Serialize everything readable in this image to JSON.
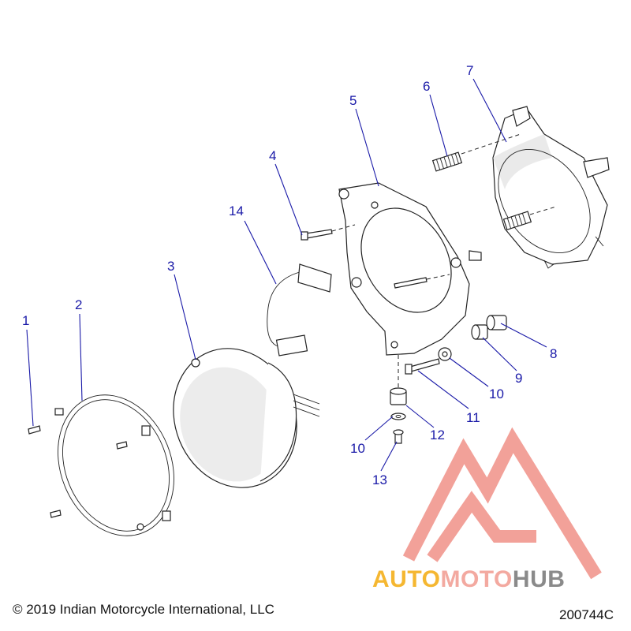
{
  "callouts": [
    {
      "num": "1"
    },
    {
      "num": "2"
    },
    {
      "num": "3"
    },
    {
      "num": "4"
    },
    {
      "num": "5"
    },
    {
      "num": "6"
    },
    {
      "num": "7"
    },
    {
      "num": "8"
    },
    {
      "num": "9"
    },
    {
      "num": "10"
    },
    {
      "num": "10"
    },
    {
      "num": "11"
    },
    {
      "num": "12"
    },
    {
      "num": "13"
    },
    {
      "num": "14"
    }
  ],
  "footer": {
    "copyright": "© 2019 Indian Motorcycle International, LLC",
    "drawing_number": "200744C"
  },
  "watermark": {
    "word_a": "AUTO",
    "word_b": "MOTO",
    "word_c": "HUB",
    "color_a": "#f5b731",
    "color_b": "#f3a9a0",
    "color_c": "#8a8a8a",
    "logo_color": "#ef8a80"
  },
  "colors": {
    "callout": "#1a1aa8",
    "line": "#222222"
  }
}
